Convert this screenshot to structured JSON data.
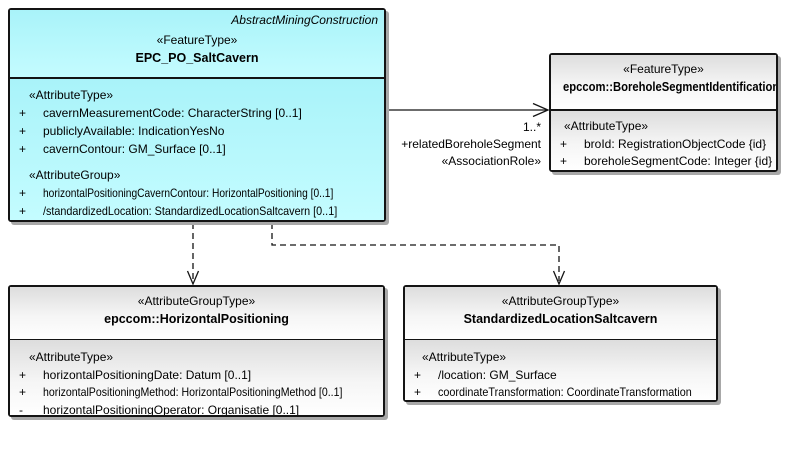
{
  "diagram": {
    "type": "uml-class-diagram",
    "background": "#FFFFFF"
  },
  "colors": {
    "feature_class_fill": "#B2FAFD",
    "gray_class_fill_top": "#DDDDDD",
    "gray_class_fill_bottom": "#FFFFFF",
    "border": "#141414",
    "shadow": "#A8A8A8",
    "text": "#000000"
  },
  "salt_cavern": {
    "parent_label": "AbstractMiningConstruction",
    "stereotype": "«FeatureType»",
    "name": "EPC_PO_SaltCavern",
    "attr_type_label": "«AttributeType»",
    "attr_group_label": "«AttributeGroup»",
    "attributes": [
      {
        "vis": "+",
        "text": "cavernMeasurementCode: CharacterString [0..1]"
      },
      {
        "vis": "+",
        "text": "publiclyAvailable: IndicationYesNo"
      },
      {
        "vis": "+",
        "text": "cavernContour: GM_Surface [0..1]"
      }
    ],
    "group_attributes": [
      {
        "vis": "+",
        "text": "horizontalPositioningCavernContour: HorizontalPositioning [0..1]"
      },
      {
        "vis": "+",
        "text": "/standardizedLocation: StandardizedLocationSaltcavern [0..1]"
      }
    ]
  },
  "borehole_segment": {
    "stereotype": "«FeatureType»",
    "name": "epccom::BoreholeSegmentIdentification",
    "attr_type_label": "«AttributeType»",
    "attributes": [
      {
        "vis": "+",
        "text": "broId: RegistrationObjectCode {id}"
      },
      {
        "vis": "+",
        "text": "boreholeSegmentCode: Integer {id}"
      }
    ]
  },
  "horizontal_positioning": {
    "stereotype": "«AttributeGroupType»",
    "name": "epccom::HorizontalPositioning",
    "attr_type_label": "«AttributeType»",
    "attributes": [
      {
        "vis": "+",
        "text": "horizontalPositioningDate: Datum [0..1]"
      },
      {
        "vis": "+",
        "text": "horizontalPositioningMethod: HorizontalPositioningMethod [0..1]"
      },
      {
        "vis": "-",
        "text": "horizontalPositioningOperator: Organisatie [0..1]"
      }
    ]
  },
  "standardized_location": {
    "stereotype": "«AttributeGroupType»",
    "name": "StandardizedLocationSaltcavern",
    "attr_type_label": "«AttributeType»",
    "attributes": [
      {
        "vis": "+",
        "text": "/location: GM_Surface"
      },
      {
        "vis": "+",
        "text": "coordinateTransformation: CoordinateTransformation"
      }
    ]
  },
  "association": {
    "multiplicity": "1..*",
    "role": "+relatedBoreholeSegment",
    "stereotype": "«AssociationRole»"
  }
}
